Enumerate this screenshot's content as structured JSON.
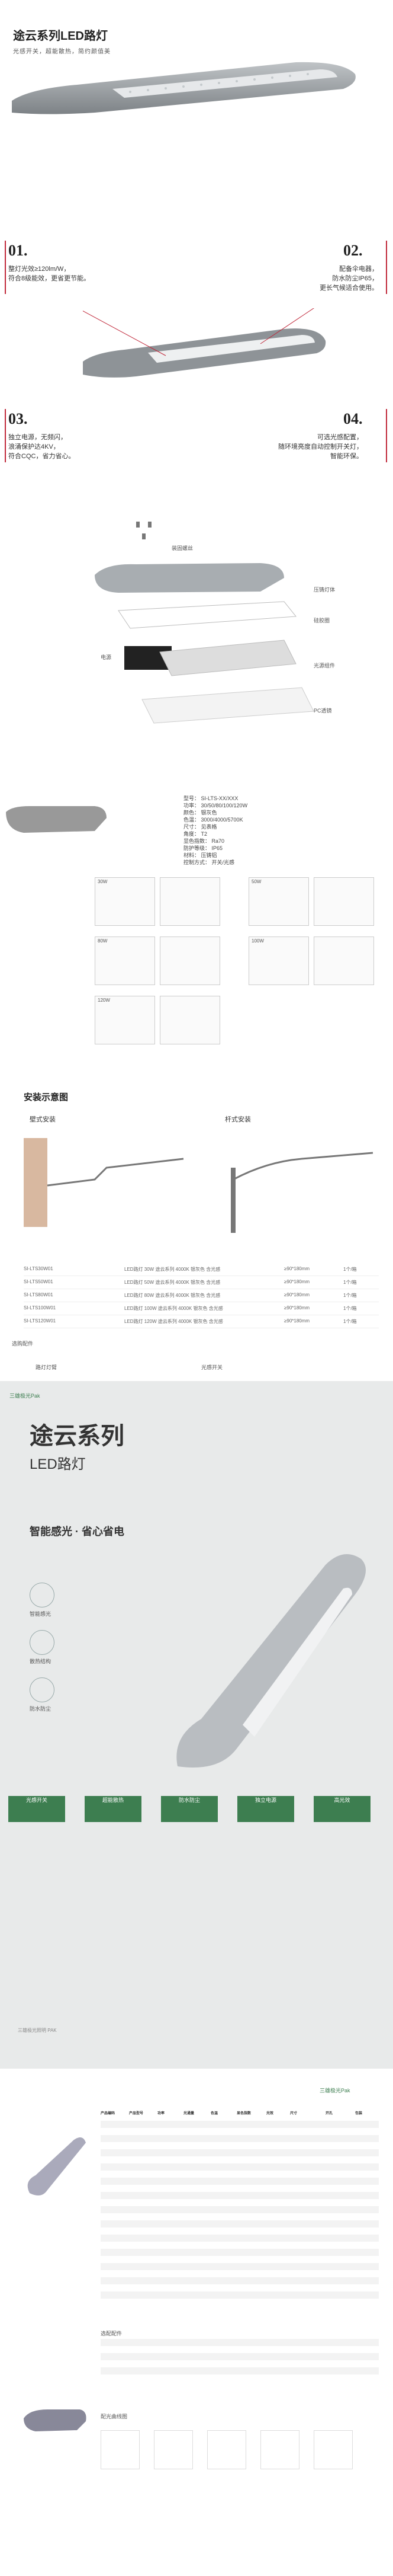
{
  "hero": {
    "title": "途云系列LED路灯",
    "subtitle": "光感开关，超能散热，简约颜值美"
  },
  "features": [
    {
      "num": "01.",
      "text": "整灯光效≥120lm/W，\n符合8级能效，更省更节能。"
    },
    {
      "num": "02.",
      "text": "配备伞电器，\n防水防尘IP65，\n更长气候适合使用。"
    },
    {
      "num": "03.",
      "text": "独立电源，无频闪，\n浪涌保护达4KV，\n符合CQC，省力省心。"
    },
    {
      "num": "04.",
      "text": "可选光感配置，\n随环境亮度自动控制开关灯，\n智能环保。"
    }
  ],
  "exploded_labels": {
    "screws": "装固螺丝",
    "body": "压铸灯体",
    "gasket": "硅胶圈",
    "driver": "电源",
    "lens": "光源组件",
    "cover": "PC透镜"
  },
  "specs": [
    "型号：  SI-LTS-XX/XXX",
    "功率：  30/50/80/100/120W",
    "颜色：  银灰色",
    "色温：  3000/4000/5700K",
    "尺寸：  见表格",
    "角度：  T2",
    "显色指数：  Ra70",
    "防护等级：  IP65",
    "材料：  压铸铝",
    "控制方式：  开关/光感"
  ],
  "photometric_labels": [
    "30W",
    "50W",
    "80W",
    "100W",
    "120W"
  ],
  "install": {
    "title": "安装示意图",
    "wall": "壁式安装",
    "pole": "杆式安装"
  },
  "model_table": [
    {
      "code": "SI-LTS30W01",
      "desc": "LED路灯 30W 途云系列 4000K 银灰色 含光感",
      "size": "≥90*180mm",
      "unit": "1个/箱"
    },
    {
      "code": "SI-LTS50W01",
      "desc": "LED路灯 50W 途云系列 4000K 银灰色 含光感",
      "size": "≥90*180mm",
      "unit": "1个/箱"
    },
    {
      "code": "SI-LTS80W01",
      "desc": "LED路灯 80W 途云系列 4000K 银灰色 含光感",
      "size": "≥90*180mm",
      "unit": "1个/箱"
    },
    {
      "code": "SI-LTS100W01",
      "desc": "LED路灯 100W 途云系列 4000K 银灰色 含光感",
      "size": "≥90*180mm",
      "unit": "1个/箱"
    },
    {
      "code": "SI-LTS120W01",
      "desc": "LED路灯 120W 途云系列 4000K 银灰色 含光感",
      "size": "≥90*180mm",
      "unit": "1个/箱"
    }
  ],
  "accessories": {
    "title": "选购配件",
    "arm": "路灯灯臂",
    "sensor": "光感开关"
  },
  "poster": {
    "brand": "三雄极光Pak",
    "title": "途云系列",
    "subtitle": "LED路灯",
    "slogan": "智能感光 · 省心省电",
    "icon1": "智能感光",
    "icon2": "散热结构",
    "icon3": "防水防尘",
    "boxes": [
      "光感开关",
      "超能散热",
      "防水防尘",
      "独立电源",
      "高光效"
    ],
    "footer": "三雄极光照明 PAK"
  },
  "spec_sheet": {
    "brand": "三雄极光Pak",
    "headers": [
      "产品编码",
      "产品型号",
      "功率",
      "光通量",
      "色温",
      "显色指数",
      "光效",
      "尺寸",
      "开孔",
      "包装"
    ],
    "accessory_title": "选配配件",
    "curve_title": "配光曲线图"
  },
  "colors": {
    "accent_red": "#c0283a",
    "poster_bg": "#e8eaea",
    "green": "#3d7e50"
  }
}
